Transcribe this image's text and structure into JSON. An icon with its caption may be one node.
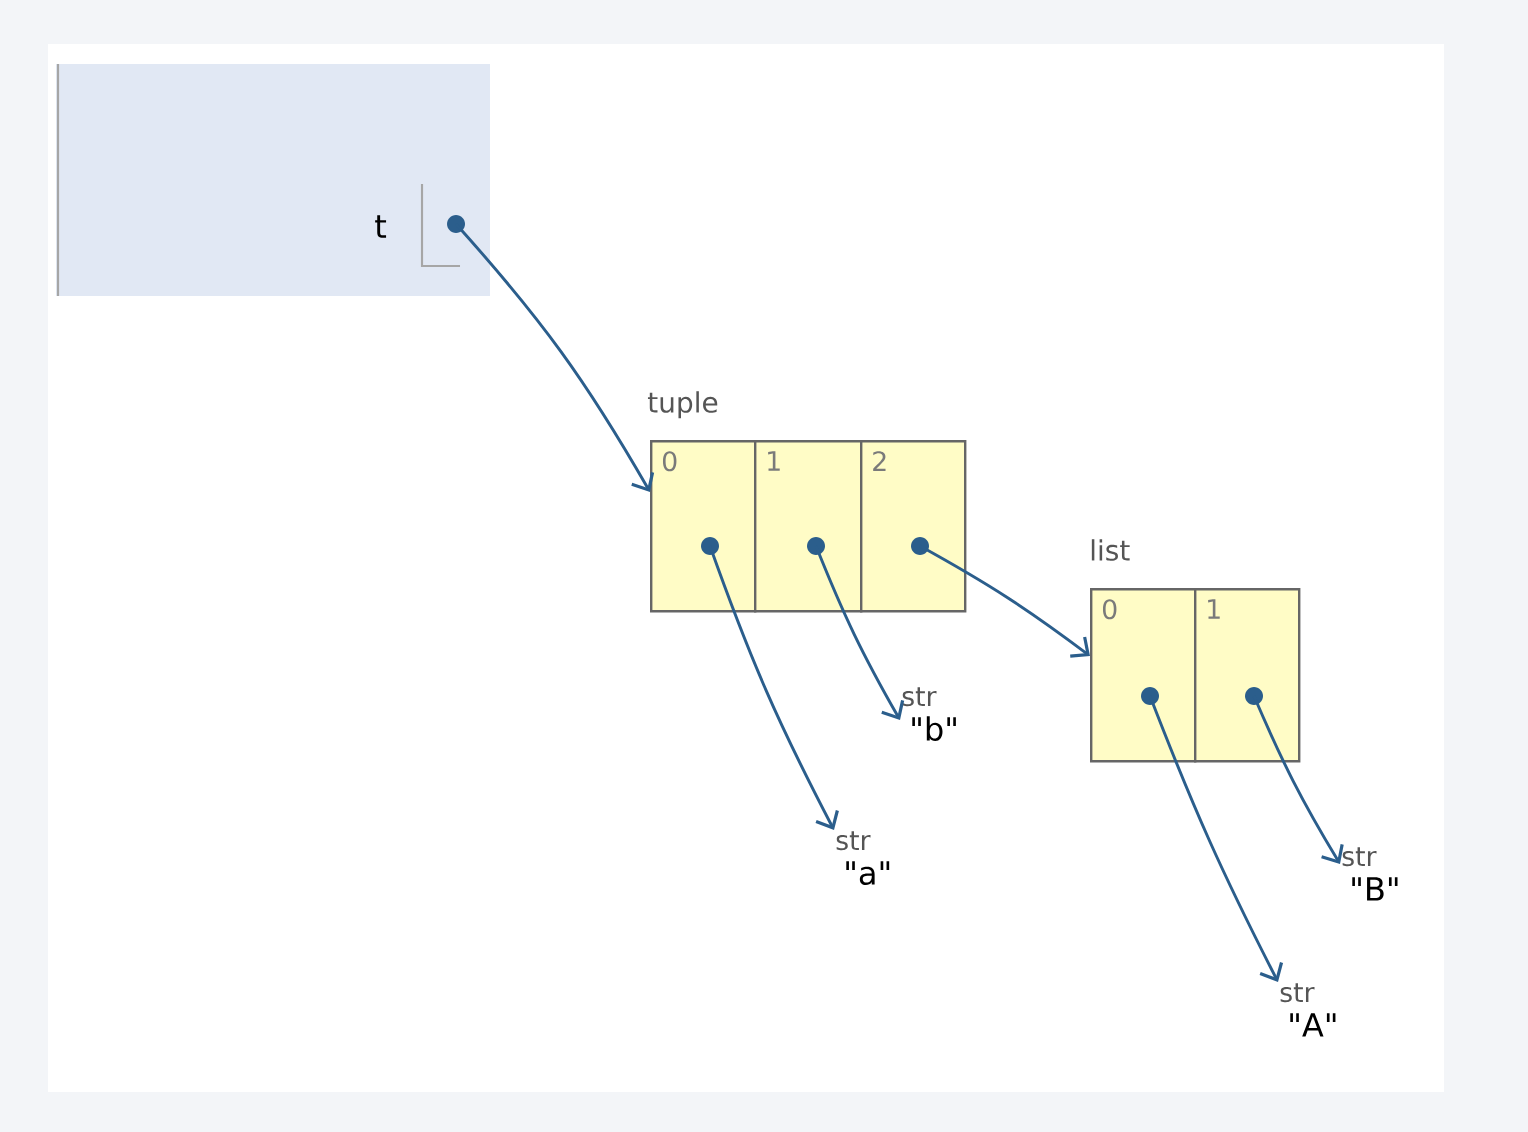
{
  "diagram": {
    "nodes": [
      {
        "text": [
          "t"
        ]
      },
      {
        "text": [
          "tuple"
        ]
      },
      {
        "text": [
          "0"
        ],
        "in": 1
      },
      {
        "text": [
          "1"
        ],
        "in": 1
      },
      {
        "text": [
          "2"
        ],
        "in": 1
      },
      {
        "text": [
          "list"
        ]
      },
      {
        "text": [
          "0"
        ],
        "in": 5
      },
      {
        "text": [
          "1"
        ],
        "in": 5
      },
      {
        "text": [
          "str",
          "\"a\""
        ]
      },
      {
        "text": [
          "str",
          "\"b\""
        ]
      },
      {
        "text": [
          "str",
          "\"A\""
        ]
      },
      {
        "text": [
          "str",
          "\"B\""
        ]
      }
    ],
    "edges": [
      {
        "from": 0,
        "to": 2,
        "arrow": "to"
      },
      {
        "from": 2,
        "to": 8,
        "arrow": "to"
      },
      {
        "from": 3,
        "to": 9,
        "arrow": "to"
      },
      {
        "from": 4,
        "to": 6,
        "arrow": "to"
      },
      {
        "from": 6,
        "to": 10,
        "arrow": "to"
      },
      {
        "from": 7,
        "to": 11,
        "arrow": "to"
      }
    ]
  }
}
